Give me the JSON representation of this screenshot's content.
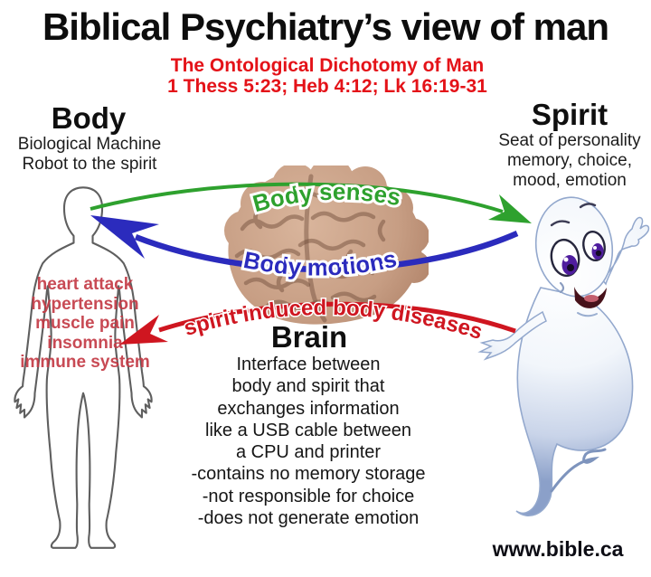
{
  "title": "Biblical Psychiatry’s view of man",
  "subtitle": {
    "line1": "The Ontological Dichotomy of Man",
    "line2": "1 Thess 5:23; Heb 4:12; Lk 16:19-31",
    "color": "#e41218"
  },
  "body_section": {
    "heading": "Body",
    "sub1": "Biological Machine",
    "sub2": "Robot to the spirit",
    "diseases": [
      "heart attack",
      "hypertension",
      "muscle pain",
      "insomnia",
      "immune system"
    ],
    "disease_color": "#c43b46"
  },
  "spirit_section": {
    "heading": "Spirit",
    "sub1": "Seat of personality",
    "sub2": "memory, choice,",
    "sub3": "mood, emotion"
  },
  "brain_section": {
    "heading": "Brain",
    "lines": [
      "Interface between",
      "body and spirit that",
      "exchanges information",
      "like a USB cable between",
      "a CPU and printer",
      "-contains no memory storage",
      "-not responsible for choice",
      "-does not generate emotion"
    ]
  },
  "arrows": {
    "senses": {
      "label": "Body senses",
      "color": "#2ea12e"
    },
    "motions": {
      "label": "Body motions",
      "color": "#2b2bbd"
    },
    "diseases": {
      "label": "spirit induced body diseases",
      "color": "#cf1620"
    }
  },
  "footer": {
    "website": "www.bible.ca"
  },
  "images": {
    "body": "human-body-outline",
    "brain": "brain-photo",
    "spirit": "cartoon-ghost"
  }
}
